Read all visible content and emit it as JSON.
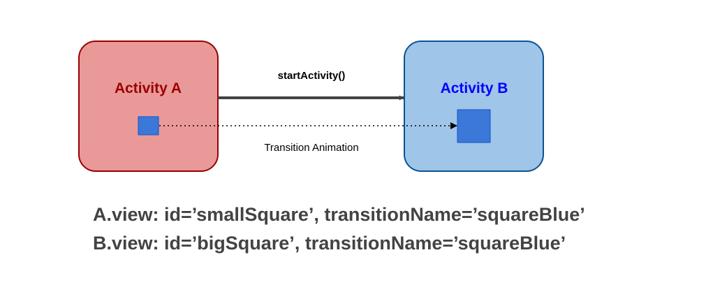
{
  "nodes": {
    "activity_a": {
      "label": "Activity A",
      "fill": "#ea9999",
      "stroke": "#990000",
      "label_color": "#990000"
    },
    "activity_b": {
      "label": "Activity B",
      "fill": "#9fc5e8",
      "stroke": "#0b5394",
      "label_color": "#0000ff"
    },
    "square_color": "#3c78d8",
    "square_stroke": "#1155cc"
  },
  "edges": {
    "start_activity": {
      "label": "startActivity()",
      "color": "#434343"
    },
    "transition": {
      "label": "Transition Animation",
      "color": "#000000"
    }
  },
  "caption": {
    "line_a": "A.view: id=’smallSquare’, transitionName=’squareBlue’",
    "line_b": "B.view: id=’bigSquare’, transitionName=’squareBlue’",
    "color": "#434343"
  }
}
